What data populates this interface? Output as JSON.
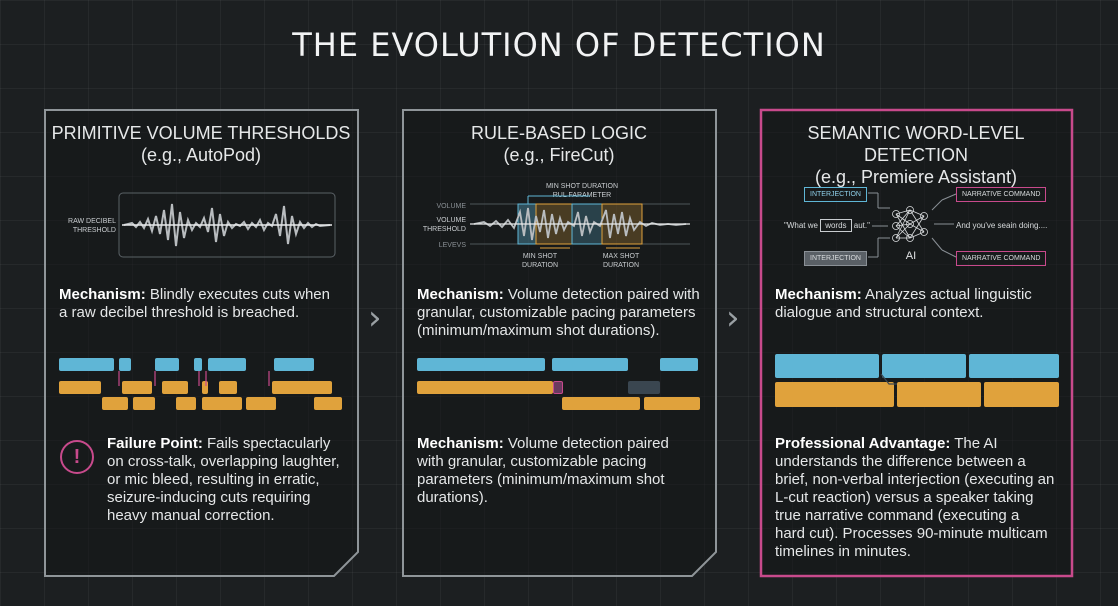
{
  "title": "THE EVOLUTION OF DETECTION",
  "panels": [
    {
      "title": "PRIMITIVE VOLUME THRESHOLDS",
      "subtitle": "(e.g., AutoPod)",
      "wave_label_1": "RAW DECIBEL",
      "wave_label_2": "THRESHOLD",
      "mechanism_label": "Mechanism:",
      "mechanism_text_1": "Blindly executes cuts when",
      "mechanism_text_2": "a raw decibel threshold is breached.",
      "failure_label": "Failure Point:",
      "failure_lines": [
        "Fails spectacularly",
        "on cross-talk, overlapping laughter,",
        "or mic bleed, resulting in erratic,",
        "seizure-inducing cuts requiring",
        "heavy manual correction."
      ],
      "failure_icon": "!"
    },
    {
      "title": "RULE-BASED LOGIC",
      "subtitle": "(e.g., FireCut)",
      "lbl_volume": "VOLUME",
      "lbl_threshold_1": "VOLUME",
      "lbl_threshold_2": "THRESHOLD",
      "lbl_levels": "LEVEVS",
      "lbl_param_1": "MIN SHOT DURATION",
      "lbl_param_2": "RUL FARAMETER",
      "lbl_min_1": "MIN SHOT",
      "lbl_min_2": "DURATION",
      "lbl_max_1": "MAX SHOT",
      "lbl_max_2": "DURATION",
      "mechanism_label": "Mechanism:",
      "mechanism_lines": [
        "Volume detection paired with",
        "granular, customizable pacing parameters",
        "(minimum/maximum shot durations)."
      ],
      "mechanism2_label": "Mechanism:",
      "mechanism2_lines": [
        "Volume detection paired",
        "with granular, customizable pacing",
        "parameters (minimum/maximum shot",
        "durations)."
      ]
    },
    {
      "title": "SEMANTIC WORD-LEVEL DETECTION",
      "subtitle": "(e.g., Premiere Assistant)",
      "interjection_1": "INTERJECTION",
      "interjection_2": "INTERJECTION",
      "narrative_1": "NARRATIVE COMMAND",
      "narrative_2": "NARRATIVE COMMAND",
      "quote_a": "\"What we",
      "quote_word": "words",
      "quote_b": "aut.\"",
      "ai_label": "AI",
      "continuation": "And you've seain doing....",
      "mechanism_label": "Mechanism:",
      "mechanism_text_1": "Analyzes actual linguistic",
      "mechanism_text_2": "dialogue and structural context.",
      "advantage_label": "Professional Advantage:",
      "advantage_lines": [
        "The AI",
        "understands the difference between a",
        "brief, non-verbal interjection (executing an",
        "L-cut reaction) versus a speaker taking",
        "true narrative command (executing a",
        "hard cut). Processes 90-minute multicam",
        "timelines in minutes."
      ]
    }
  ],
  "chevron": "›",
  "colors": {
    "accent_pink": "#c84a8c",
    "blue": "#5fb6d6",
    "orange": "#e0a23c",
    "panel_border": "#8f9599"
  }
}
